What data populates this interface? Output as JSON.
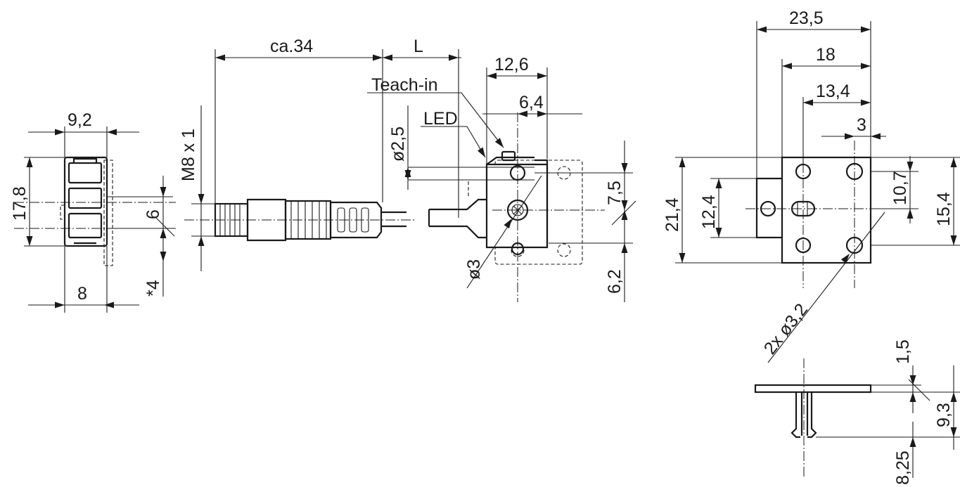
{
  "colors": {
    "ink": "#1a1a1a",
    "background": "#ffffff"
  },
  "end_view": {
    "width": "9,2",
    "height": "17,8",
    "pitch": "6",
    "offset": "*4",
    "base": "8"
  },
  "cable_view": {
    "thread": "M8 x 1",
    "cable_length": "ca.34",
    "length_param": "L"
  },
  "sensor_view": {
    "teach_in": "Teach-in",
    "led": "LED",
    "width_total": "12,6",
    "width_partial": "6,4",
    "led_dia": "ø2,5",
    "lens_dia": "ø3",
    "height_upper": "7,5",
    "height_lower": "6,2"
  },
  "bracket_view": {
    "width_total": "23,5",
    "width_a": "18",
    "width_b": "13,4",
    "hole_offset": "3",
    "height_total": "21,4",
    "height_a": "12,4",
    "height_b": "10,7",
    "height_c": "15,4",
    "holes": "2x ø3,2"
  },
  "bracket_side_view": {
    "plate_thickness": "1,5",
    "clip_height": "9,3",
    "clip_depth": "8,25"
  }
}
